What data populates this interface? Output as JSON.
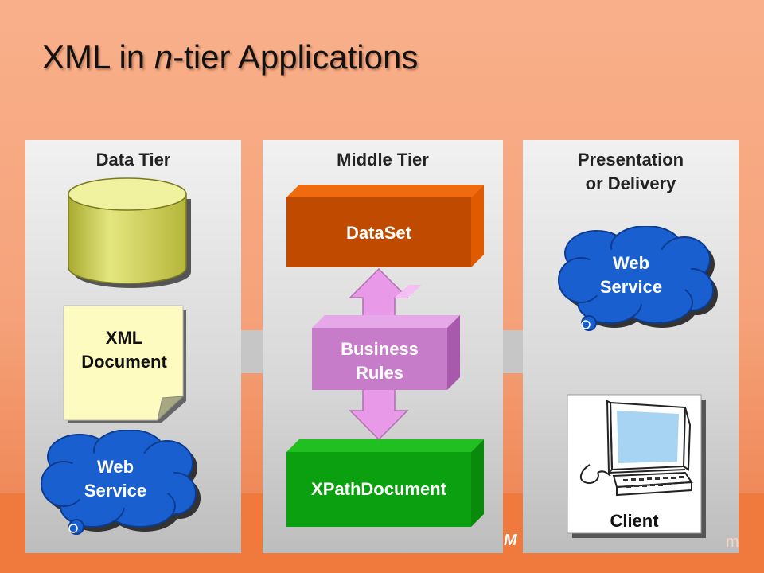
{
  "slide": {
    "title_prefix": "XML in ",
    "title_italic": "n",
    "title_suffix": "-tier Applications"
  },
  "panels": {
    "data_tier": "Data Tier",
    "middle_tier": "Middle Tier",
    "presentation_line1": "Presentation",
    "presentation_line2": "or Delivery"
  },
  "data_tier": {
    "xml_doc_line1": "XML",
    "xml_doc_line2": "Document",
    "web_service_line1": "Web",
    "web_service_line2": "Service"
  },
  "middle_tier": {
    "dataset": "DataSet",
    "business_line1": "Business",
    "business_line2": "Rules",
    "xpath": "XPathDocument"
  },
  "presentation": {
    "web_service_line1": "Web",
    "web_service_line2": "Service",
    "client": "Client"
  },
  "footer": {
    "left": "M",
    "right": "m"
  },
  "colors": {
    "dataset": "#c04a00",
    "xpath": "#0aa010",
    "business": "#c77cc9",
    "cloud": "#1a5fd0",
    "database": "#d6d870",
    "note": "#fdfbbf"
  }
}
